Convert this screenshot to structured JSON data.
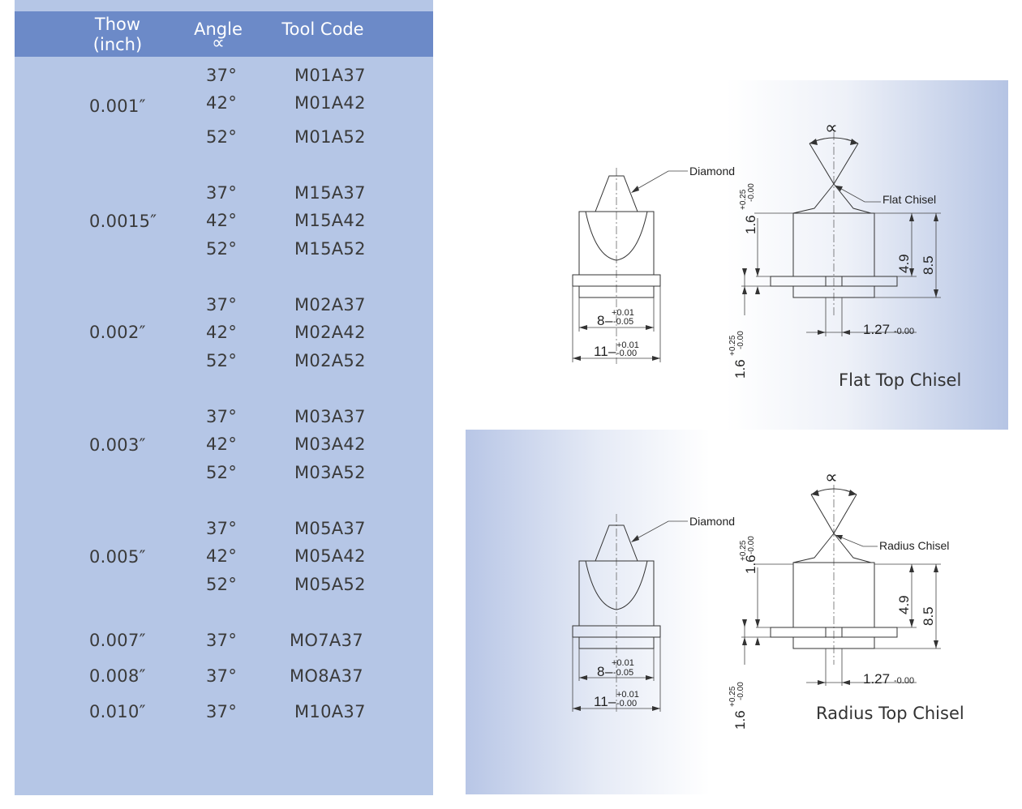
{
  "table": {
    "headers": {
      "thow_line1": "Thow",
      "thow_line2": "(inch)",
      "angle": "Angle",
      "angle_symbol": "∝",
      "tool_code": "Tool Code"
    },
    "groups": [
      {
        "thow": "0.001″",
        "rows": [
          {
            "angle": "37°",
            "code": "M01A37"
          },
          {
            "angle": "42°",
            "code": "M01A42"
          },
          {
            "angle": "52°",
            "code": "M01A52"
          }
        ]
      },
      {
        "thow": "0.0015″",
        "rows": [
          {
            "angle": "37°",
            "code": "M15A37"
          },
          {
            "angle": "42°",
            "code": "M15A42"
          },
          {
            "angle": "52°",
            "code": "M15A52"
          }
        ]
      },
      {
        "thow": "0.002″",
        "rows": [
          {
            "angle": "37°",
            "code": "M02A37"
          },
          {
            "angle": "42°",
            "code": "M02A42"
          },
          {
            "angle": "52°",
            "code": "M02A52"
          }
        ]
      },
      {
        "thow": "0.003″",
        "rows": [
          {
            "angle": "37°",
            "code": "M03A37"
          },
          {
            "angle": "42°",
            "code": "M03A42"
          },
          {
            "angle": "52°",
            "code": "M03A52"
          }
        ]
      },
      {
        "thow": "0.005″",
        "rows": [
          {
            "angle": "37°",
            "code": "M05A37"
          },
          {
            "angle": "42°",
            "code": "M05A42"
          },
          {
            "angle": "52°",
            "code": "M05A52"
          }
        ]
      },
      {
        "thow": "0.007″",
        "rows": [
          {
            "angle": "37°",
            "code": "MO7A37"
          }
        ]
      },
      {
        "thow": "0.008″",
        "rows": [
          {
            "angle": "37°",
            "code": "MO8A37"
          }
        ]
      },
      {
        "thow": "0.010″",
        "rows": [
          {
            "angle": "37°",
            "code": "M10A37"
          }
        ]
      }
    ]
  },
  "drawings": {
    "flat": {
      "title": "Flat Top Chisel",
      "diamond_label": "Diamond",
      "tip_label": "Flat Chisel",
      "alpha": "∝",
      "dim_width_8": "8",
      "dim_width_8_tol_plus": "+0.01",
      "dim_width_8_tol_minus": "-0.05",
      "dim_width_11": "11",
      "dim_width_11_tol_plus": "+0.01",
      "dim_width_11_tol_minus": "-0.00",
      "dim_h_16": "1.6",
      "dim_h_16_tol_plus": "+0.25",
      "dim_h_16_tol_minus": "-0.00",
      "dim_49": "4.9",
      "dim_85": "8.5",
      "dim_127": "1.27",
      "dim_127_tol": "-0.00"
    },
    "radius": {
      "title": "Radius Top Chisel",
      "diamond_label": "Diamond",
      "tip_label": "Radius Chisel",
      "alpha": "∝",
      "dim_width_8": "8",
      "dim_width_8_tol_plus": "+0.01",
      "dim_width_8_tol_minus": "-0.05",
      "dim_width_11": "11",
      "dim_width_11_tol_plus": "+0.01",
      "dim_width_11_tol_minus": "-0.00",
      "dim_h_16": "1.6",
      "dim_h_16_tol_plus": "+0.25",
      "dim_h_16_tol_minus": "-0.00",
      "dim_49": "4.9",
      "dim_85": "8.5",
      "dim_127": "1.27",
      "dim_127_tol": "-0.00"
    }
  }
}
